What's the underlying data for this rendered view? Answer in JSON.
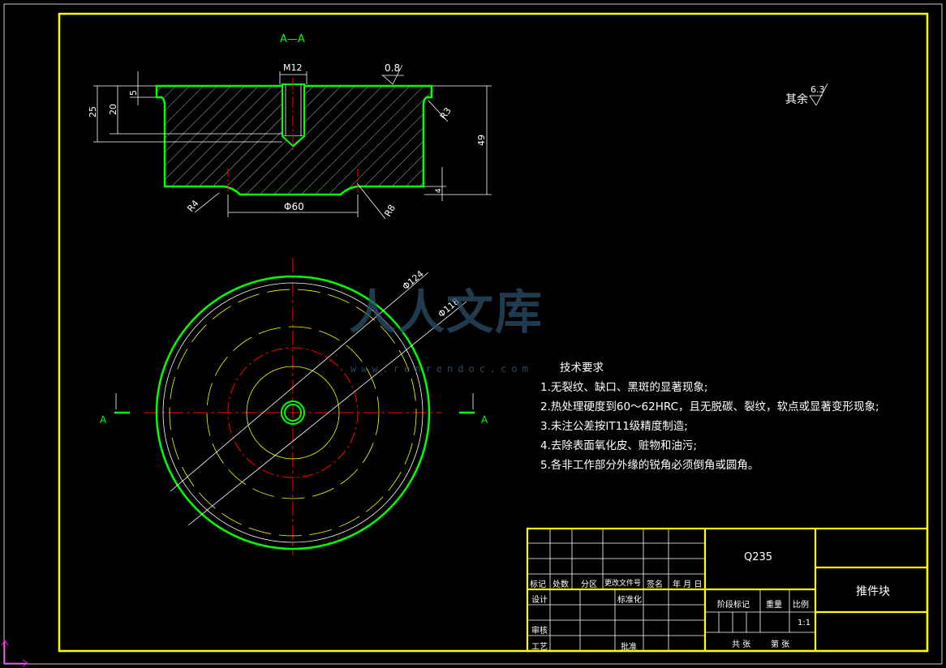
{
  "section_label": "A—A",
  "section_mark": "A",
  "dimensions": {
    "thread": "M12",
    "roughness_main": "0.8",
    "d25": "25",
    "d20": "20",
    "d5": "5",
    "d49": "49",
    "d4": "4",
    "r3": "R3",
    "r4": "R4",
    "r8": "R8",
    "phi60": "Φ60",
    "phi124": "Φ124",
    "phi118": "Φ118"
  },
  "roughness_note": {
    "label": "其余",
    "value": "6.3"
  },
  "watermark": {
    "brand": "人人文库",
    "url": "www.renrendoc.com"
  },
  "tech_requirements": {
    "title": "技术要求",
    "items": [
      "1.无裂纹、缺口、黑斑的显著现象;",
      "2.热处理硬度到60～62HRC，且无脱碳、裂纹，软点或显著变形现象;",
      "3.未注公差按IT11级精度制造;",
      "4.去除表面氧化皮、赃物和油污;",
      "5.各非工作部分外缘的锐角必须倒角或圆角。"
    ]
  },
  "title_block": {
    "material": "Q235",
    "part_name": "推件块",
    "row_labels": [
      "标记",
      "处数",
      "分区",
      "更改文件号",
      "签名",
      "年 月 日"
    ],
    "design": "设计",
    "standardize": "标准化",
    "review": "审核",
    "process": "工艺",
    "approve": "批准",
    "stage_mark": "阶段标记",
    "weight": "重量",
    "scale": "比例",
    "scale_value": "1:1",
    "total_sheets": "共  张",
    "sheet_no": "第  张"
  },
  "colors": {
    "border": "#ffff00",
    "outline": "#00ff00",
    "center": "#ff0000",
    "hidden": "#ffff00",
    "text": "#ffffff"
  }
}
